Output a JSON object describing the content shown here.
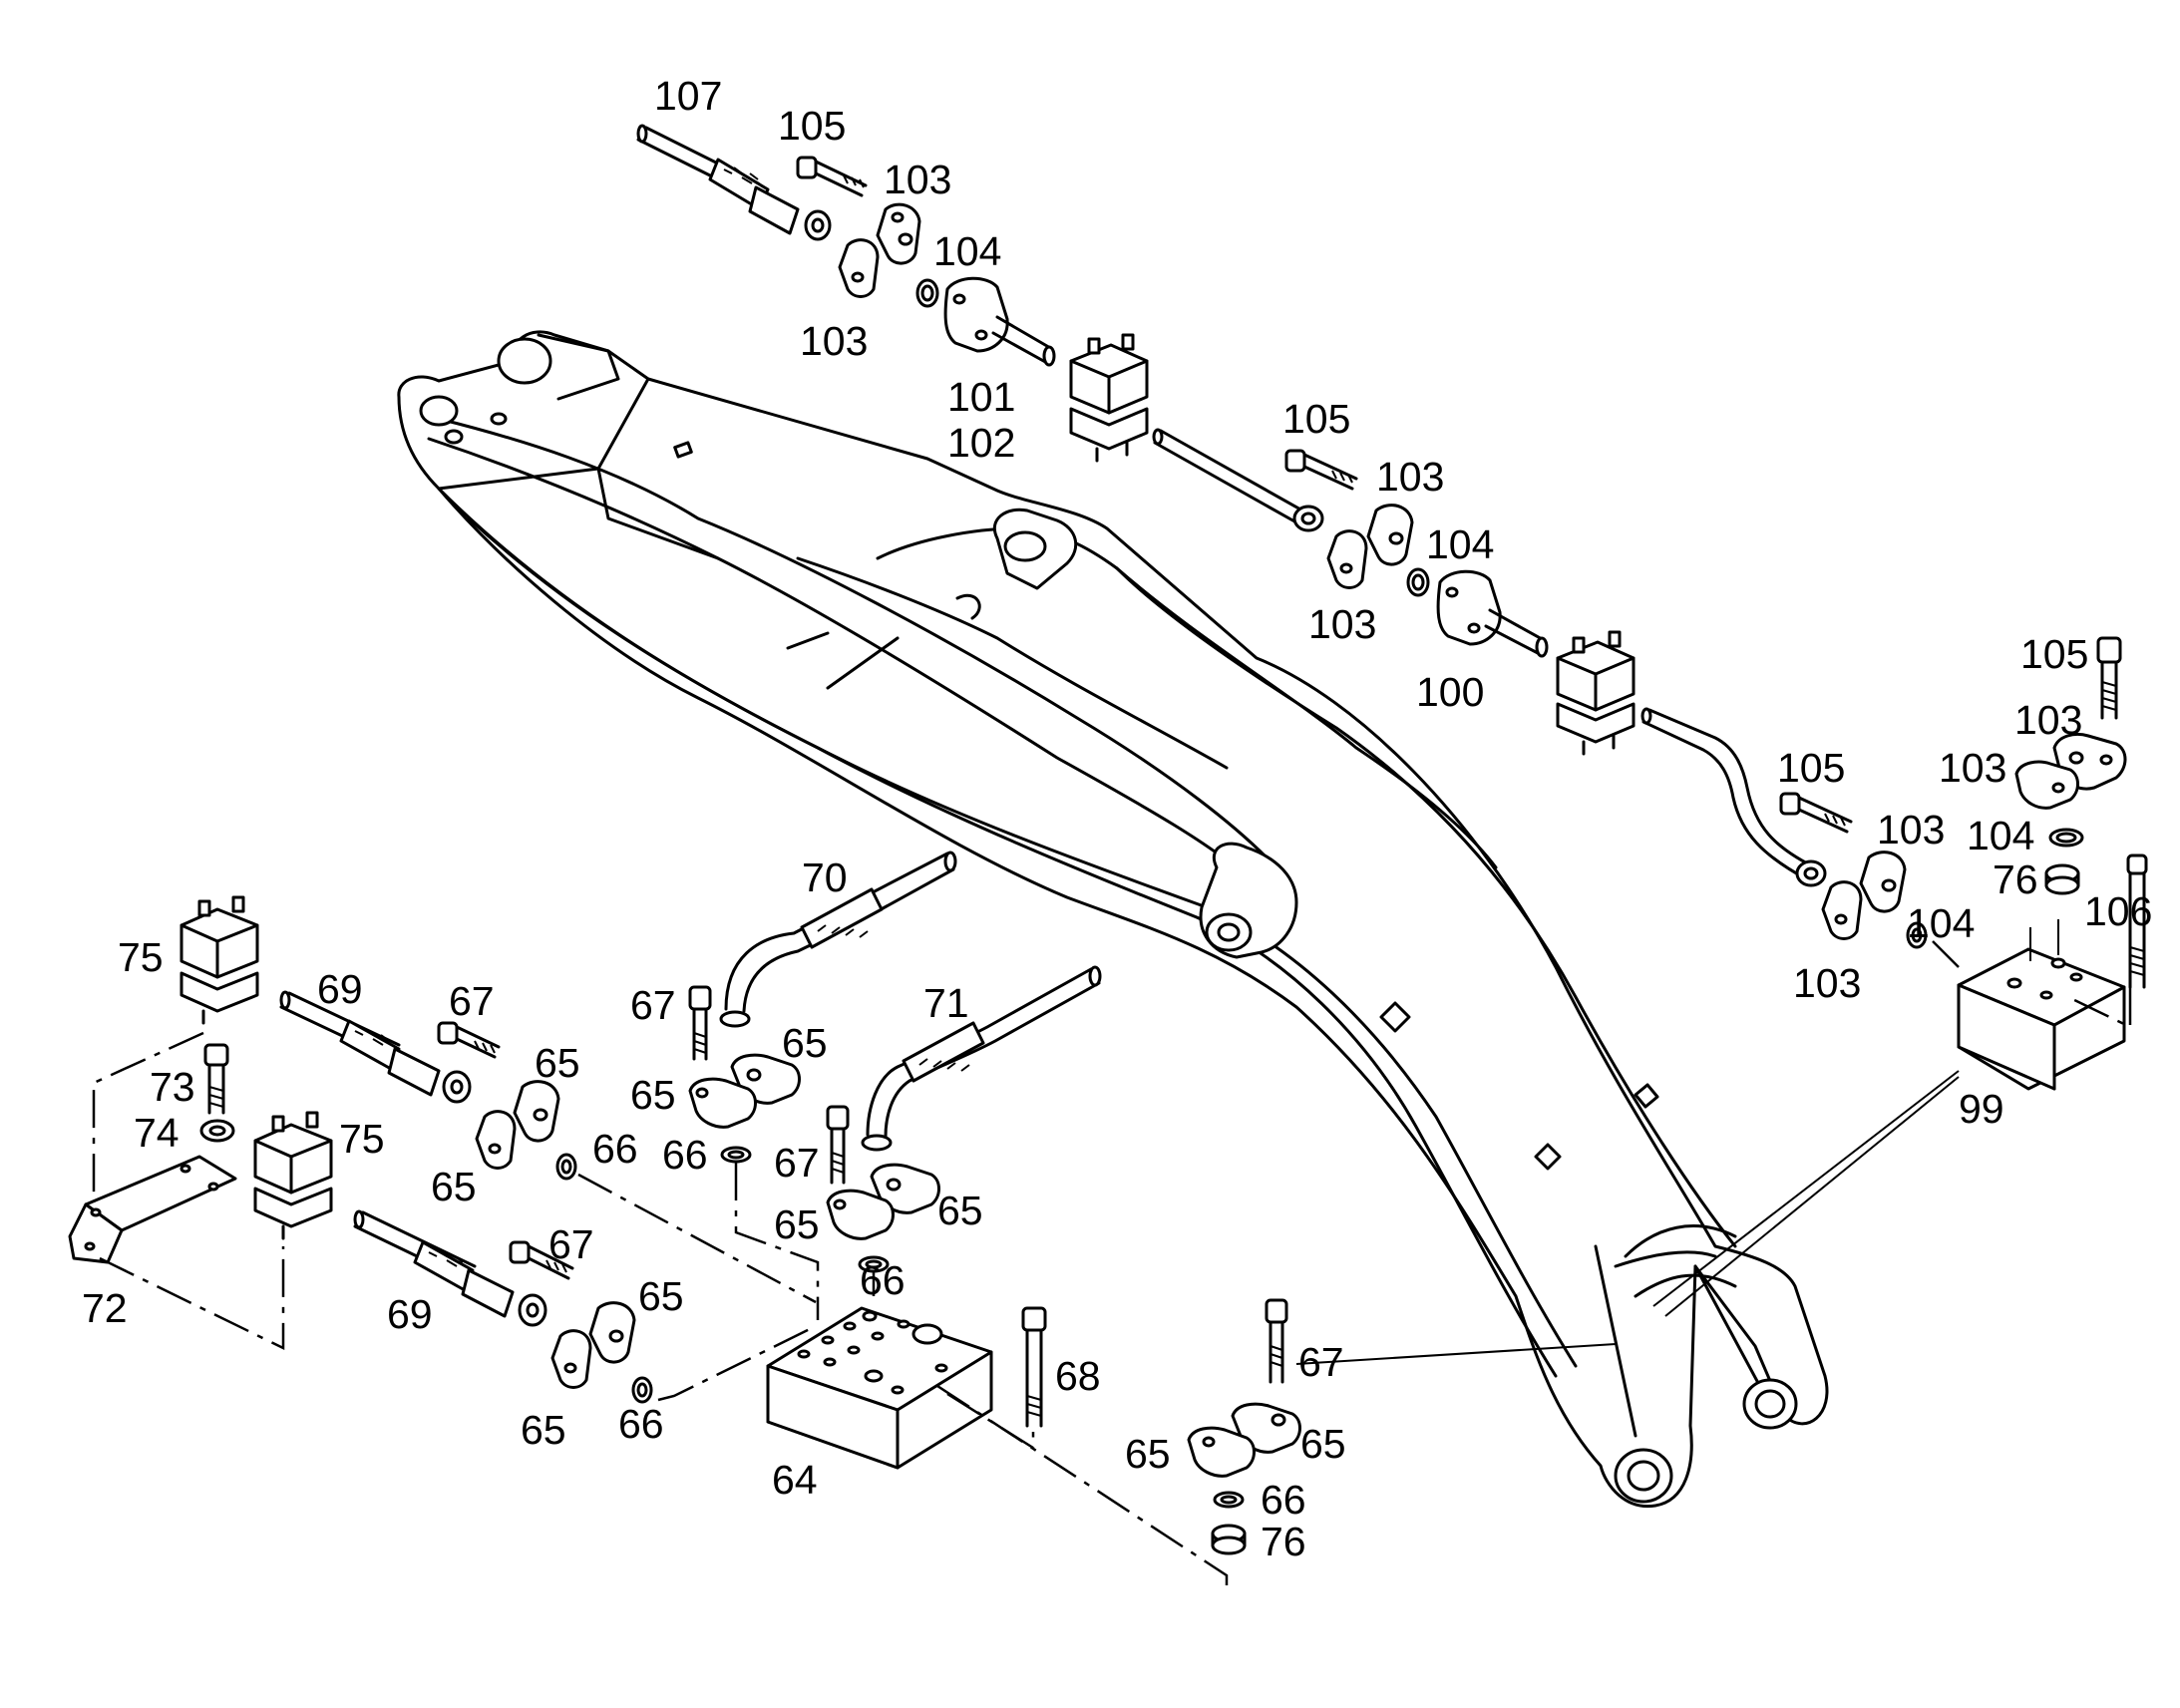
{
  "callouts": {
    "c107": "107",
    "c105a": "105",
    "c103a": "103",
    "c104a": "104",
    "c103b": "103",
    "c101": "101",
    "c102": "102",
    "c105b": "105",
    "c103c": "103",
    "c104b": "104",
    "c103d": "103",
    "c100": "100",
    "c105c": "105",
    "c103e": "103",
    "c103f": "103",
    "c104c": "104",
    "c76a": "76",
    "c105d": "105",
    "c103g": "103",
    "c104d": "104",
    "c106": "106",
    "c103h": "103",
    "c99": "99",
    "c70": "70",
    "c71": "71",
    "c67a": "67",
    "c65a": "65",
    "c65b": "65",
    "c66a": "66",
    "c67b": "67",
    "c65c": "65",
    "c65d": "65",
    "c66b": "66",
    "c75a": "75",
    "c69a": "69",
    "c67c": "67",
    "c65e": "65",
    "c73": "73",
    "c74": "74",
    "c75b": "75",
    "c65f": "65",
    "c66c": "66",
    "c72": "72",
    "c67d": "67",
    "c69b": "69",
    "c65g": "65",
    "c65h": "65",
    "c66d": "66",
    "c64": "64",
    "c68": "68",
    "c67e": "67",
    "c65i": "65",
    "c65j": "65",
    "c66e": "66",
    "c76b": "76"
  }
}
